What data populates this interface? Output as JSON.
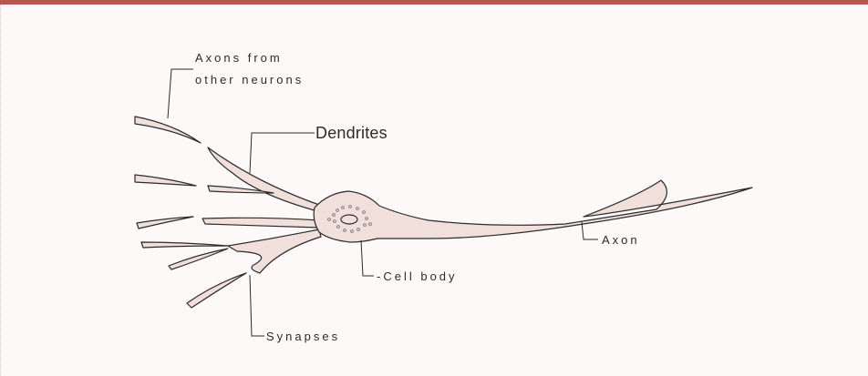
{
  "colors": {
    "accent_rule": "#b8574e",
    "neuron_fill": "#f0dfdb",
    "outline": "#2b2b2b"
  },
  "labels": {
    "axons_from_line1": "Axons from",
    "axons_from_line2": "other neurons",
    "dendrites": "Dendrites",
    "axon": "Axon",
    "cell_body": "-Cell body",
    "synapses": "Synapses"
  }
}
